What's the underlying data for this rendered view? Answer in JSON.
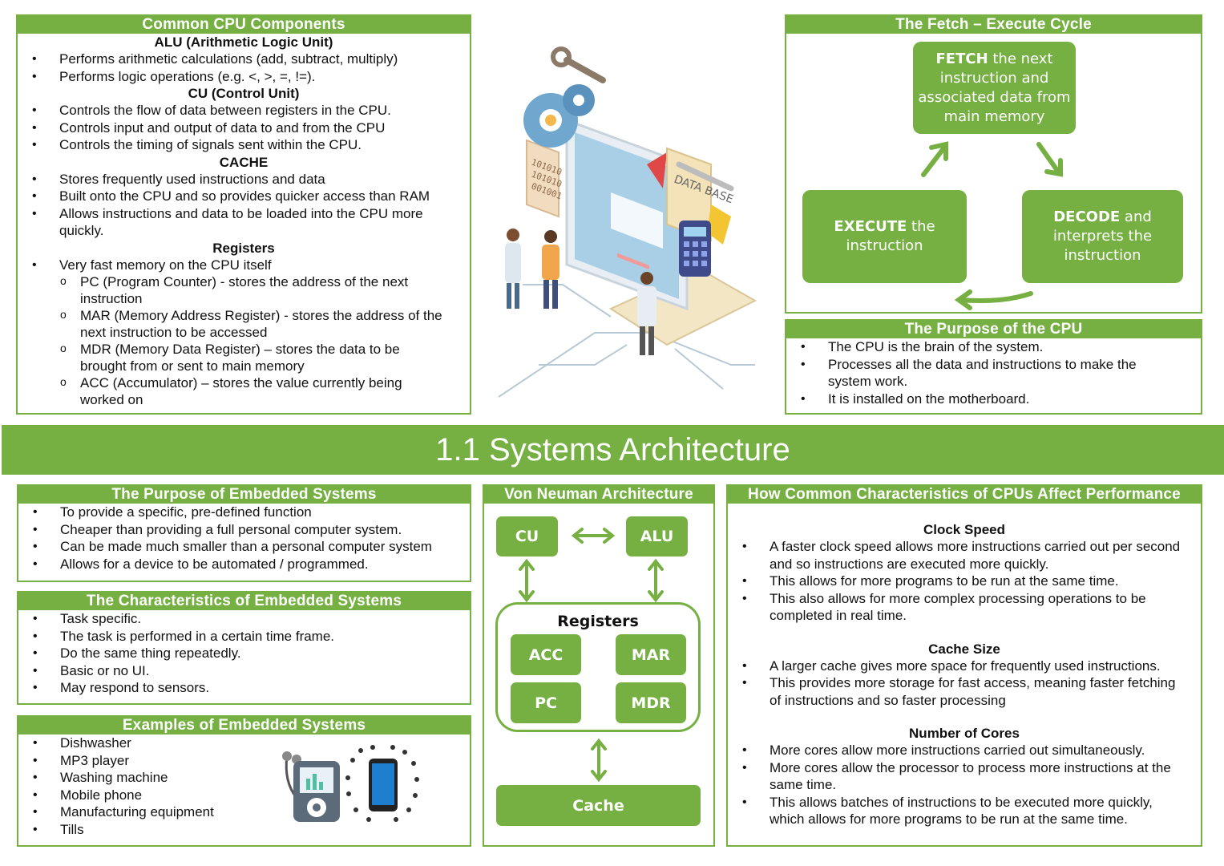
{
  "cpu_components": {
    "title": "Common CPU Components",
    "alu": {
      "heading": "ALU (Arithmetic Logic Unit)",
      "items": [
        "Performs arithmetic calculations (add, subtract, multiply)",
        "Performs logic operations (e.g. <, >, =, !=)."
      ]
    },
    "cu": {
      "heading": "CU (Control Unit)",
      "items": [
        "Controls the flow of data between registers in the CPU.",
        "Controls input and output of data to and from the CPU",
        "Controls the timing of signals sent within the CPU."
      ]
    },
    "cache": {
      "heading": "CACHE",
      "items": [
        "Stores frequently used instructions and data",
        "Built onto the CPU and so provides quicker access than RAM",
        "Allows instructions and data to be loaded into the CPU more quickly."
      ]
    },
    "registers": {
      "heading": "Registers",
      "items": [
        "Very fast memory on the CPU itself"
      ],
      "sub_items": [
        "PC (Program Counter) - stores the address of the next instruction",
        "MAR (Memory Address Register) - stores the address of the next instruction to be accessed",
        "MDR (Memory Data Register) – stores the data to be brought from or sent to main memory",
        "ACC (Accumulator) – stores the value currently being worked on"
      ]
    }
  },
  "illustration": {
    "screen_label": "DATA BASE",
    "binary": [
      "101010",
      "101010",
      "001001"
    ]
  },
  "fetch_execute": {
    "title": "The Fetch – Execute Cycle",
    "fetch": {
      "bold": "FETCH",
      "text": " the next instruction and associated data from main memory"
    },
    "decode": {
      "bold": "DECODE",
      "text": " and interprets the instruction"
    },
    "execute": {
      "bold": "EXECUTE",
      "text": " the instruction"
    }
  },
  "cpu_purpose": {
    "title": "The Purpose of the CPU",
    "items": [
      "The CPU is the brain of the system.",
      "Processes all the data and instructions to make the system work.",
      "It is installed on the motherboard."
    ]
  },
  "banner": {
    "title": "1.1 Systems Architecture"
  },
  "embedded_purpose": {
    "title": "The Purpose of Embedded Systems",
    "items": [
      "To provide a specific, pre-defined function",
      "Cheaper than providing a full personal computer system.",
      "Can be made much smaller than a personal computer system",
      "Allows for a device to be automated / programmed."
    ]
  },
  "embedded_characteristics": {
    "title": "The Characteristics of Embedded Systems",
    "items": [
      "Task specific.",
      "The task is performed in a certain time frame.",
      "Do the same thing repeatedly.",
      "Basic or no UI.",
      "May respond to sensors."
    ]
  },
  "embedded_examples": {
    "title": "Examples of Embedded Systems",
    "items": [
      "Dishwasher",
      "MP3 player",
      "Washing machine",
      "Mobile phone",
      "Manufacturing equipment",
      "Tills"
    ]
  },
  "von_neumann": {
    "title": "Von Neuman Architecture",
    "cu": "CU",
    "alu": "ALU",
    "registers": "Registers",
    "acc": "ACC",
    "mar": "MAR",
    "pc": "PC",
    "mdr": "MDR",
    "cache": "Cache"
  },
  "performance": {
    "title": "How Common Characteristics of CPUs Affect Performance",
    "clock": {
      "heading": "Clock Speed",
      "items": [
        "A faster clock speed allows more instructions carried out per second and so instructions are executed more quickly.",
        "This allows for more programs to be run at the same time.",
        "This also allows for more complex processing operations to be completed in real time."
      ]
    },
    "cache": {
      "heading": "Cache Size",
      "items": [
        "A larger cache gives more space for frequently used instructions.",
        "This provides more storage for fast access, meaning faster fetching of instructions and so faster processing"
      ]
    },
    "cores": {
      "heading": "Number of Cores",
      "items": [
        "More cores allow more instructions carried out simultaneously.",
        "More cores allow the processor to process more instructions at the same time.",
        "This allows batches of instructions to be executed more quickly, which allows for more programs to be run at the same time."
      ]
    }
  },
  "colors": {
    "accent": "#76b043",
    "text": "#111111"
  }
}
